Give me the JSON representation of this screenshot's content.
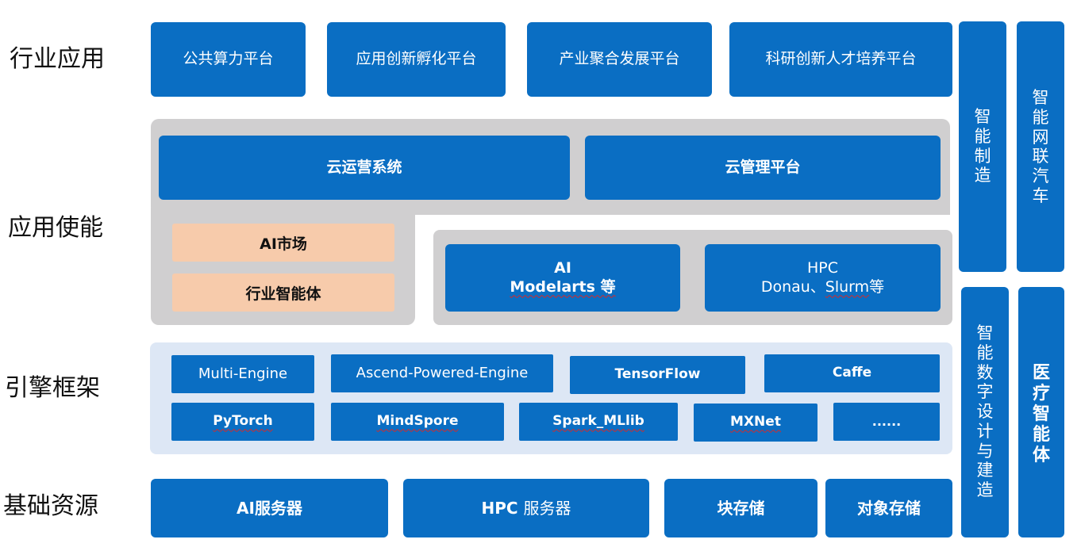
{
  "rows": {
    "industry": "行业应用",
    "enable": "应用使能",
    "engine": "引擎框架",
    "infra": "基础资源"
  },
  "industry_apps": [
    "公共算力平台",
    "应用创新孵化平台",
    "产业聚合发展平台",
    "科研创新人才培养平台"
  ],
  "enablement": {
    "cloud_ops": "云运营系统",
    "cloud_mgmt": "云管理平台",
    "ai_market": "AI市场",
    "industry_agent": "行业智能体",
    "ai_title": "AI",
    "ai_sub": "Modelarts 等",
    "hpc_title": "HPC",
    "hpc_sub_a": "Donau、",
    "hpc_sub_b": "Slurm",
    "hpc_sub_c": "等"
  },
  "engines_row1": [
    "Multi-Engine",
    "Ascend-Powered-Engine",
    "TensorFlow",
    "Caffe"
  ],
  "engines_row2": [
    "PyTorch",
    "MindSpore",
    "Spark_MLlib",
    "MXNet",
    "......"
  ],
  "infrastructure": [
    "AI服务器",
    "HPC ",
    "服务器",
    "块存储",
    "对象存储"
  ],
  "verticals": {
    "manufacturing": [
      "智",
      "能",
      "制",
      "造"
    ],
    "connected_car": [
      "智",
      "能",
      "网",
      "联",
      "汽",
      "车"
    ],
    "digital_design": [
      "智",
      "能",
      "数",
      "字",
      "设",
      "计",
      "与",
      "建",
      "造"
    ],
    "medical": [
      "医",
      "疗",
      "智",
      "能",
      "体"
    ]
  }
}
